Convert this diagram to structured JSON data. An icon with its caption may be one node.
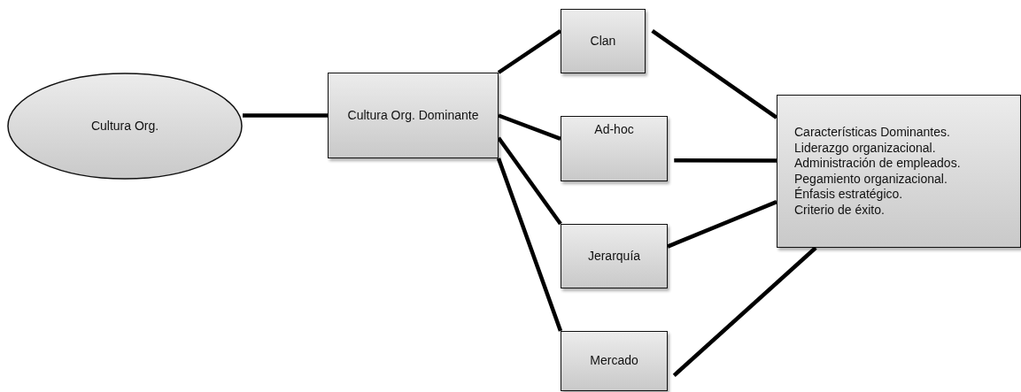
{
  "diagram": {
    "nodes": [
      {
        "text": [
          "Cultura Org."
        ]
      },
      {
        "text": [
          "Cultura Org. Dominante"
        ]
      },
      {
        "text": [
          "Clan"
        ]
      },
      {
        "text": [
          "Ad-hoc"
        ]
      },
      {
        "text": [
          "Jerarquía"
        ]
      },
      {
        "text": [
          "Mercado"
        ]
      },
      {
        "text": [
          "Características Dominantes.",
          "Liderazgo organizacional.",
          "Administración de empleados.",
          "Pegamiento organizacional.",
          "Énfasis estratégico.",
          "Criterio de éxito."
        ]
      }
    ],
    "edges": [
      {
        "from": 0,
        "to": 1,
        "arrow": "none"
      },
      {
        "from": 1,
        "to": 2,
        "arrow": "none"
      },
      {
        "from": 1,
        "to": 3,
        "arrow": "none"
      },
      {
        "from": 1,
        "to": 4,
        "arrow": "none"
      },
      {
        "from": 1,
        "to": 5,
        "arrow": "none"
      },
      {
        "from": 2,
        "to": 6,
        "arrow": "none"
      },
      {
        "from": 3,
        "to": 6,
        "arrow": "none"
      },
      {
        "from": 4,
        "to": 6,
        "arrow": "none"
      },
      {
        "from": 5,
        "to": 6,
        "arrow": "none"
      }
    ]
  }
}
